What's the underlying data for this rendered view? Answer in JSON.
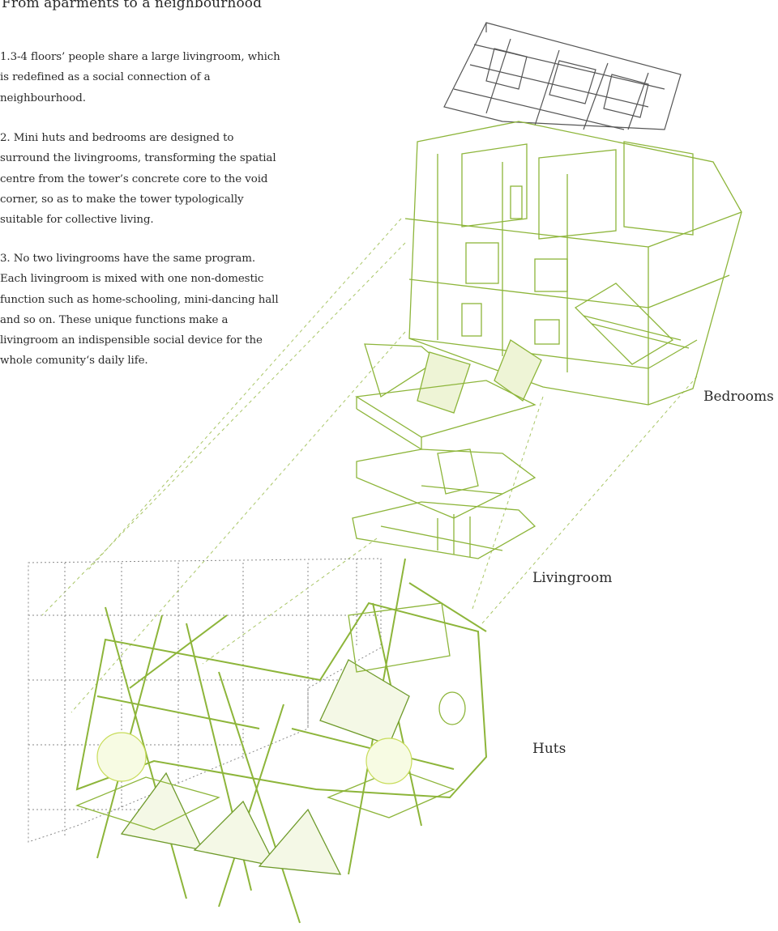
{
  "title": "From aparments to a neighbourhood",
  "paragraphs": [
    "1.3-4 floors’ people share a large livingroom, which is redefined as a social connection of a neighbourhood.",
    "2. Mini huts and bedrooms are designed to surround the livingrooms, transforming the spatial centre from the tower’s concrete core to the void corner, so as to make the tower typologically suitable for collective living.",
    "3. No two livingrooms have the same program. Each livingroom is mixed with one non-domestic function such as home-schooling, mini-dancing hall and so on. These unique functions make a livingroom an indispensible social device for the whole comunity‘s daily life."
  ],
  "labels": {
    "bedrooms": "Bedrooms",
    "livingroom": "Livingroom",
    "huts": "Huts"
  },
  "colors": {
    "text": "#2a2a2a",
    "line_green": "#8db53a",
    "light_green": "#c8dc5a",
    "structure_gray": "#555555",
    "dotted_gray": "#8a8a8a"
  }
}
